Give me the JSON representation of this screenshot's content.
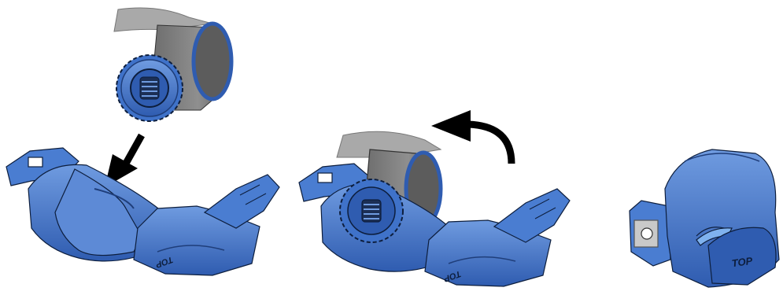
{
  "diagram": {
    "colors": {
      "cartridge_blue": "#3f72c9",
      "cartridge_light": "#6f9be0",
      "cartridge_dark": "#1f3e7a",
      "outline": "#0d1e3d",
      "film_gray": "#8a8a8a",
      "film_light": "#b9b9b9",
      "roll_dark": "#555555",
      "arrow": "#000000"
    },
    "steps": [
      {
        "name": "insert-roll",
        "arrow_icon": "down-left-arrow",
        "cartridge_label": "TOP"
      },
      {
        "name": "rotate-roll",
        "arrow_icon": "curved-counterclockwise-arrow",
        "cartridge_label": "TOP"
      },
      {
        "name": "closed-cartridge",
        "cartridge_label": "TOP"
      }
    ]
  }
}
